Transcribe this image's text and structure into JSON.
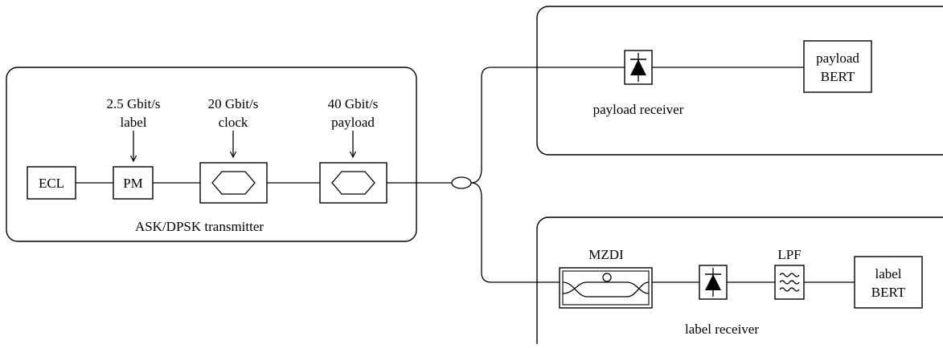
{
  "transmitter": {
    "caption": "ASK/DPSK transmitter",
    "ecl": "ECL",
    "pm": "PM",
    "label_input": [
      "2.5 Gbit/s",
      "label"
    ],
    "clock_input": [
      "20 Gbit/s",
      "clock"
    ],
    "payload_input": [
      "40 Gbit/s",
      "payload"
    ],
    "modulator_icon": "hexagon-modulator-icon"
  },
  "payload_receiver": {
    "caption": "payload receiver",
    "bert": [
      "payload",
      "BERT"
    ],
    "detector_icon": "photodiode-icon"
  },
  "label_receiver": {
    "caption": "label receiver",
    "mzdi": "MZDI",
    "lpf": "LPF",
    "lpf_icon": "low-pass-filter-icon",
    "detector_icon": "photodiode-icon",
    "bert": [
      "label",
      "BERT"
    ]
  },
  "coupler_icon": "fiber-coupler-icon"
}
